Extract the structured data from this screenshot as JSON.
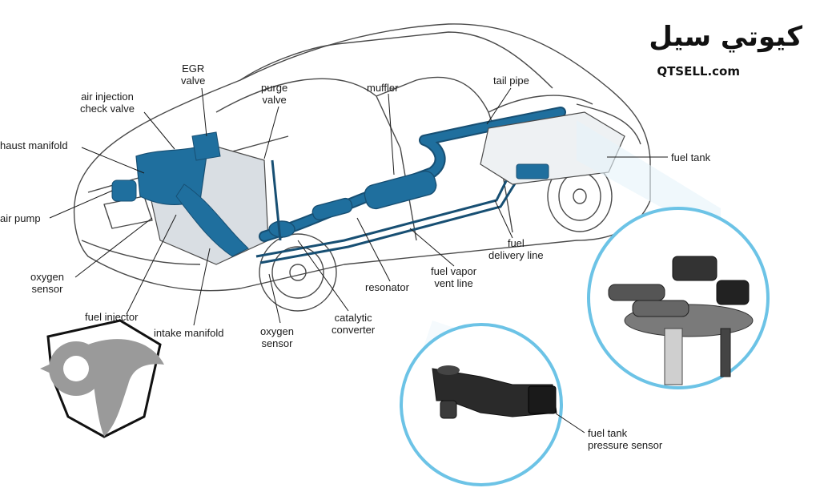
{
  "brand": {
    "arabic_name": "كيوتي سيل",
    "site": "QTSELL.com"
  },
  "labels": {
    "egr_valve": "EGR\nvalve",
    "air_injection_check_valve": "air injection\ncheck valve",
    "purge_valve": "purge\nvalve",
    "muffler": "muffler",
    "tail_pipe": "tail pipe",
    "exhaust_manifold": "haust manifold",
    "fuel_tank": "fuel tank",
    "air_pump": "air pump",
    "oxygen_sensor_left": "oxygen\nsensor",
    "fuel_delivery_line": "fuel\ndelivery line",
    "fuel_vapor_vent_line": "fuel vapor\nvent line",
    "resonator": "resonator",
    "fuel_injector": "fuel injector",
    "intake_manifold": "intake manifold",
    "oxygen_sensor_bottom": "oxygen\nsensor",
    "catalytic_converter": "catalytic\nconverter",
    "fuel_tank_pressure_sensor": "fuel tank\npressure sensor"
  },
  "colors": {
    "component_blue": "#1f6f9e",
    "component_dark": "#174f73",
    "outline": "#4a4a4a",
    "inset_ring": "#6cc3e6",
    "leader": "#1a1a1a",
    "logo_gray": "#9a9a9a"
  }
}
